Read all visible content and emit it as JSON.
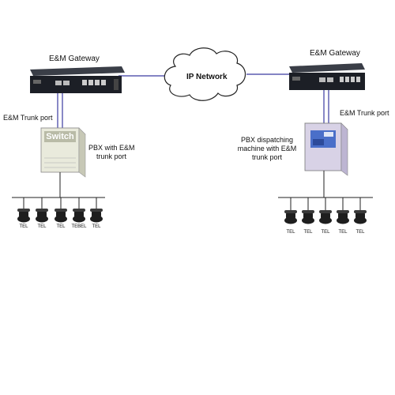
{
  "diagram": {
    "left_gateway_label": "E&M Gateway",
    "right_gateway_label": "E&M Gateway",
    "ip_network_label": "IP Network",
    "left_trunk_port_label": "E&M Trunk port",
    "right_trunk_port_label": "E&M Trunk port",
    "switch_label": "Switch",
    "left_pbx_label_lines": [
      "PBX with E&M",
      "trunk port"
    ],
    "right_pbx_label_lines": [
      "PBX dispatching",
      "machine with E&M",
      "trunk port"
    ],
    "left_phone_labels": [
      "TEL",
      "TEL",
      "TEL",
      "TEBEL",
      "TEL"
    ],
    "right_phone_labels": [
      "TEL",
      "TEL",
      "TEL",
      "TEL",
      "TEL"
    ],
    "colors": {
      "line": "#333333",
      "trunk_line": "#3a3aa0",
      "gateway_body": "#1c1f26",
      "switch_body": "#e9eadc",
      "switch_text": "#ffffff",
      "pbx_body": "#d8d2e6",
      "pbx_panel": "#4a6fc9"
    }
  }
}
